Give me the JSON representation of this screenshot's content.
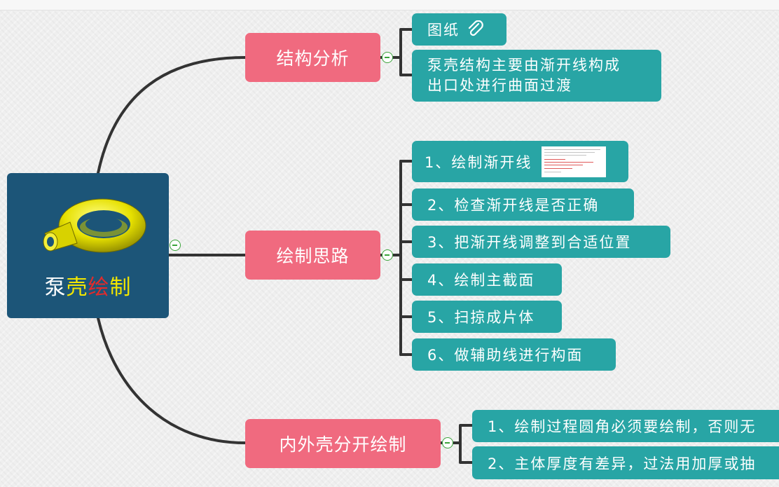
{
  "central": {
    "title_parts": [
      "泵",
      "壳",
      "绘",
      "制"
    ]
  },
  "branches": [
    {
      "label": "结构分析",
      "leaves": [
        {
          "lines": [
            "图纸"
          ],
          "icon": "paperclip-icon"
        },
        {
          "lines": [
            "泵壳结构主要由渐开线构成",
            "出口处进行曲面过渡"
          ]
        }
      ]
    },
    {
      "label": "绘制思路",
      "leaves": [
        {
          "lines": [
            "1、绘制渐开线"
          ],
          "icon": "thumbnail-image"
        },
        {
          "lines": [
            "2、检查渐开线是否正确"
          ]
        },
        {
          "lines": [
            "3、把渐开线调整到合适位置"
          ]
        },
        {
          "lines": [
            "4、绘制主截面"
          ]
        },
        {
          "lines": [
            "5、扫掠成片体"
          ]
        },
        {
          "lines": [
            "6、做辅助线进行构面"
          ]
        }
      ]
    },
    {
      "label": "内外壳分开绘制",
      "leaves": [
        {
          "lines": [
            "1、绘制过程圆角必须要绘制，否则无"
          ]
        },
        {
          "lines": [
            "2、主体厚度有差异，过法用加厚或抽"
          ]
        }
      ]
    }
  ],
  "colors": {
    "central": "#1c5578",
    "branch": "#f06a7f",
    "leaf": "#28a5a5",
    "connector": "#333333",
    "collapse": "#3aa43a"
  }
}
